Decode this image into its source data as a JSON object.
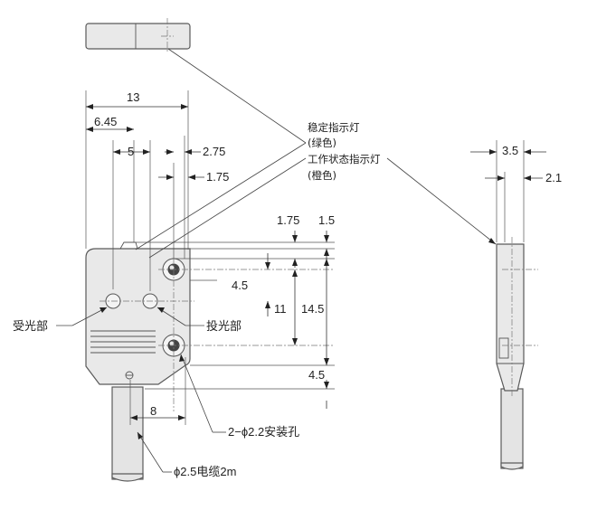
{
  "dimensions": {
    "d13": "13",
    "d6_45": "6.45",
    "d5": "5",
    "d2_75": "2.75",
    "d1_75_top": "1.75",
    "d1_75": "1.75",
    "d1_5": "1.5",
    "d4_5_top": "4.5",
    "d11": "11",
    "d14_5": "14.5",
    "d4_5_bottom": "4.5",
    "d8": "8",
    "d3_5": "3.5",
    "d2_1": "2.1"
  },
  "labels": {
    "stable_indicator": "稳定指示灯",
    "stable_color": "(绿色)",
    "operation_indicator": "工作状态指示灯",
    "operation_color": "(橙色)",
    "receiver": "受光部",
    "emitter": "投光部",
    "mounting_holes": "2−ϕ2.2安装孔",
    "cable": "ϕ2.5电缆2m"
  },
  "colors": {
    "body": "#e9e9e9",
    "outline": "#5a5a5a",
    "lines": "#333333"
  }
}
